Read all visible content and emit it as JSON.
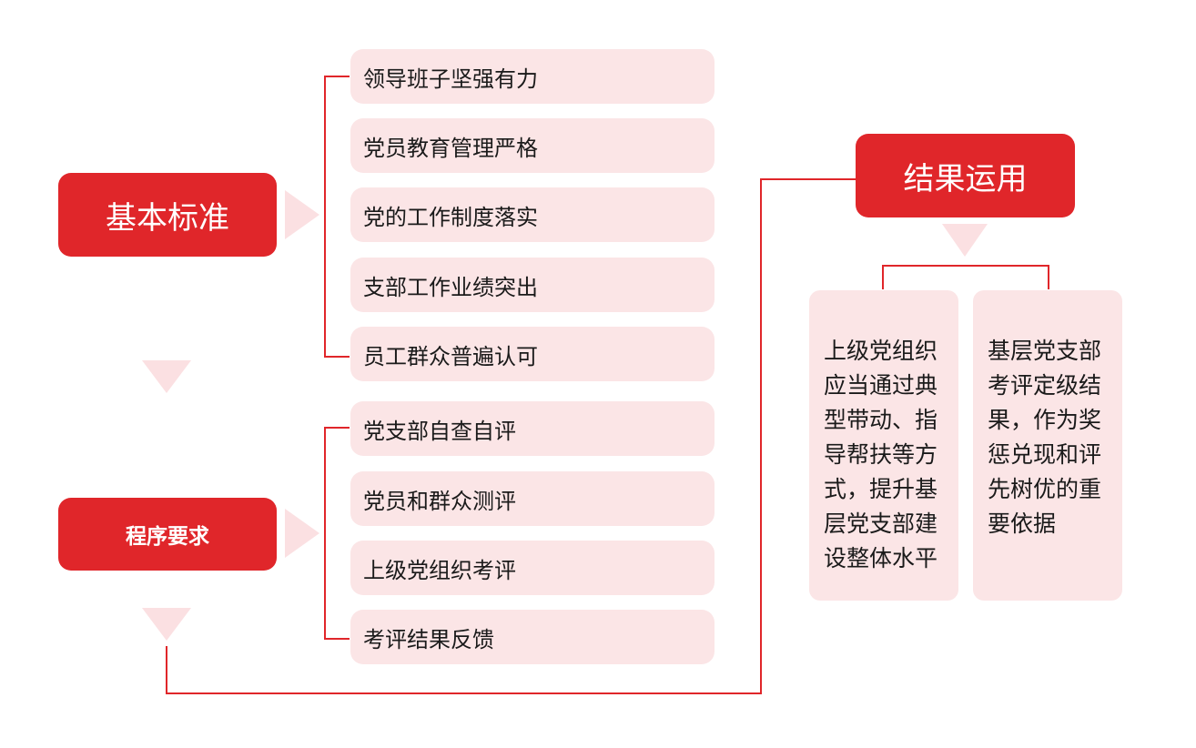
{
  "colors": {
    "accent_red": "#e0262a",
    "pill_pink": "#fbe5e6",
    "arrow_pink": "#fbe0e2",
    "text": "#1a1a1a"
  },
  "basic_standards": {
    "title": "基本标准",
    "items": [
      "领导班子坚强有力",
      "党员教育管理严格",
      "党的工作制度落实",
      "支部工作业绩突出",
      "员工群众普遍认可"
    ]
  },
  "procedure": {
    "title": "程序要求",
    "items": [
      "党支部自查自评",
      "党员和群众测评",
      "上级党组织考评",
      "考评结果反馈"
    ]
  },
  "application": {
    "title": "结果运用",
    "cards": [
      "上级党组织应当通过典型带动、指导帮扶等方式，提升基层党支部建设整体水平",
      "基层党支部考评定级结果，作为奖惩兑现和评先树优的重要依据"
    ]
  }
}
